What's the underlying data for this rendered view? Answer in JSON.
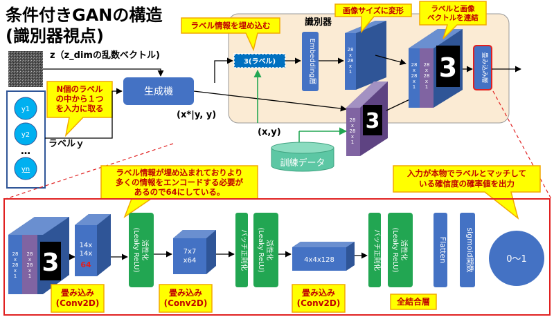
{
  "title": {
    "line1": "条件付きGANの構造",
    "line2": "(識別器視点)"
  },
  "noise": {
    "label": "z（z_dimの乱数ベクトル)"
  },
  "labels": {
    "items": [
      "y1",
      "y2",
      "…",
      "yn"
    ],
    "caption": "ラベルｙ"
  },
  "callouts": {
    "choose_label": "N個のラベル\nの中から１つ\nを入力に取る",
    "embed_label": "ラベル情報を埋め込む",
    "resize_image": "画像サイズに変形",
    "concat": "ラベルと画像\nベクトルを連結",
    "embedded_info": "ラベル情報が埋め込まれておりより\n多くの情報をエンコードする必要が\nあるので64にしている。",
    "output_prob": "入力が本物でラベルとマッチして\nいる確信度の確率値を出力"
  },
  "generator": {
    "label": "生成機",
    "output": "(x*|y, y)"
  },
  "discriminator": {
    "title": "識別器",
    "label_input": "3(ラベル)",
    "embedding": "Embedding層",
    "tensor_dims": "28\nx\n28\nx\n1",
    "conv_head": "畳み込み層",
    "digit": "3"
  },
  "training": {
    "pair": "(x,y)",
    "data": "訓練データ"
  },
  "detail": {
    "input_dims": "28\nx\n28\nx\n1",
    "conv1_dims": "14x\n14x\n",
    "conv1_highlight": "64",
    "conv2_dims": "7x7\nx64",
    "conv3_dims": "4x4x128",
    "activation": "活性化\n(Leaky ReLU)",
    "batchnorm": "バッチ正則化",
    "flatten": "Flatten",
    "sigmoid": "sigmoid関数",
    "output": "0～1",
    "conv_label": "畳み込み\n(Conv2D)",
    "dense_label": "全結合層"
  },
  "colors": {
    "blue_block": "#4472C4",
    "green_block": "#22A652",
    "purple_block": "#8064A2",
    "callout_fill": "#FFFF00",
    "callout_text": "#C00000",
    "red_frame": "#E02020",
    "panel_fill": "#FBEBD4"
  }
}
